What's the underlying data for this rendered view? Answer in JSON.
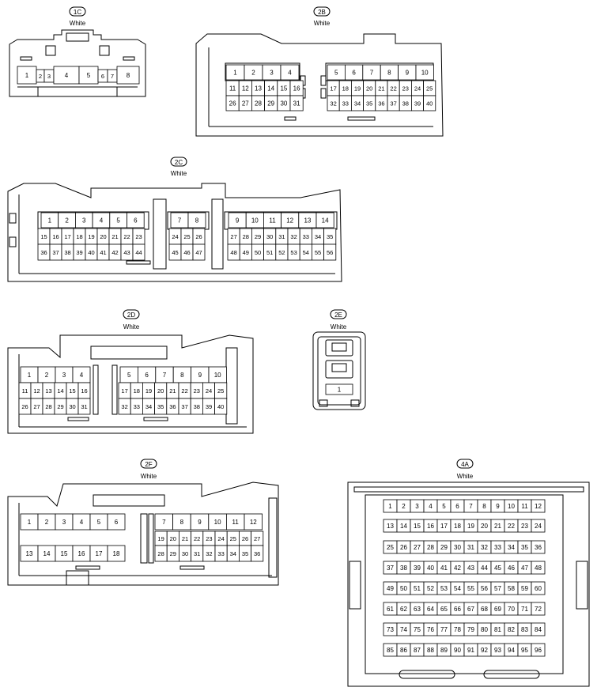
{
  "connectors": [
    {
      "id": "1C",
      "color": "White",
      "pins": [
        "1",
        "2",
        "3",
        "4",
        "5",
        "6",
        "7",
        "8"
      ]
    },
    {
      "id": "2B",
      "color": "White",
      "pins": [
        "1",
        "2",
        "3",
        "4",
        "5",
        "6",
        "7",
        "8",
        "9",
        "10",
        "11",
        "12",
        "13",
        "14",
        "15",
        "16",
        "17",
        "18",
        "19",
        "20",
        "21",
        "22",
        "23",
        "24",
        "25",
        "26",
        "27",
        "28",
        "29",
        "30",
        "31",
        "32",
        "33",
        "34",
        "35",
        "36",
        "37",
        "38",
        "39",
        "40"
      ]
    },
    {
      "id": "2C",
      "color": "White",
      "pins": [
        "1",
        "2",
        "3",
        "4",
        "5",
        "6",
        "7",
        "8",
        "9",
        "10",
        "11",
        "12",
        "13",
        "14",
        "15",
        "16",
        "17",
        "18",
        "19",
        "20",
        "21",
        "22",
        "23",
        "24",
        "25",
        "26",
        "27",
        "28",
        "29",
        "30",
        "31",
        "32",
        "33",
        "34",
        "35",
        "36",
        "37",
        "38",
        "39",
        "40",
        "41",
        "42",
        "43",
        "44",
        "45",
        "46",
        "47",
        "48",
        "49",
        "50",
        "51",
        "52",
        "53",
        "54",
        "55",
        "56"
      ]
    },
    {
      "id": "2D",
      "color": "White",
      "pins": [
        "1",
        "2",
        "3",
        "4",
        "5",
        "6",
        "7",
        "8",
        "9",
        "10",
        "11",
        "12",
        "13",
        "14",
        "15",
        "16",
        "17",
        "18",
        "19",
        "20",
        "21",
        "22",
        "23",
        "24",
        "25",
        "26",
        "27",
        "28",
        "29",
        "30",
        "31",
        "32",
        "33",
        "34",
        "35",
        "36",
        "37",
        "38",
        "39",
        "40"
      ]
    },
    {
      "id": "2E",
      "color": "White",
      "pins": [
        "1"
      ]
    },
    {
      "id": "2F",
      "color": "White",
      "pins": [
        "1",
        "2",
        "3",
        "4",
        "5",
        "6",
        "7",
        "8",
        "9",
        "10",
        "11",
        "12",
        "13",
        "14",
        "15",
        "16",
        "17",
        "18",
        "19",
        "20",
        "21",
        "22",
        "23",
        "24",
        "25",
        "26",
        "27",
        "28",
        "29",
        "30",
        "31",
        "32",
        "33",
        "34",
        "35",
        "36"
      ]
    },
    {
      "id": "4A",
      "color": "White",
      "pins": [
        "1",
        "2",
        "3",
        "4",
        "5",
        "6",
        "7",
        "8",
        "9",
        "10",
        "11",
        "12",
        "13",
        "14",
        "15",
        "16",
        "17",
        "18",
        "19",
        "20",
        "21",
        "22",
        "23",
        "24",
        "25",
        "26",
        "27",
        "28",
        "29",
        "30",
        "31",
        "32",
        "33",
        "34",
        "35",
        "36",
        "37",
        "38",
        "39",
        "40",
        "41",
        "42",
        "43",
        "44",
        "45",
        "46",
        "47",
        "48",
        "49",
        "50",
        "51",
        "52",
        "53",
        "54",
        "55",
        "56",
        "57",
        "58",
        "59",
        "60",
        "61",
        "62",
        "63",
        "64",
        "65",
        "66",
        "67",
        "68",
        "69",
        "70",
        "71",
        "72",
        "73",
        "74",
        "75",
        "76",
        "77",
        "78",
        "79",
        "80",
        "81",
        "82",
        "83",
        "84",
        "85",
        "86",
        "87",
        "88",
        "89",
        "90",
        "91",
        "92",
        "93",
        "94",
        "95",
        "96"
      ]
    }
  ]
}
